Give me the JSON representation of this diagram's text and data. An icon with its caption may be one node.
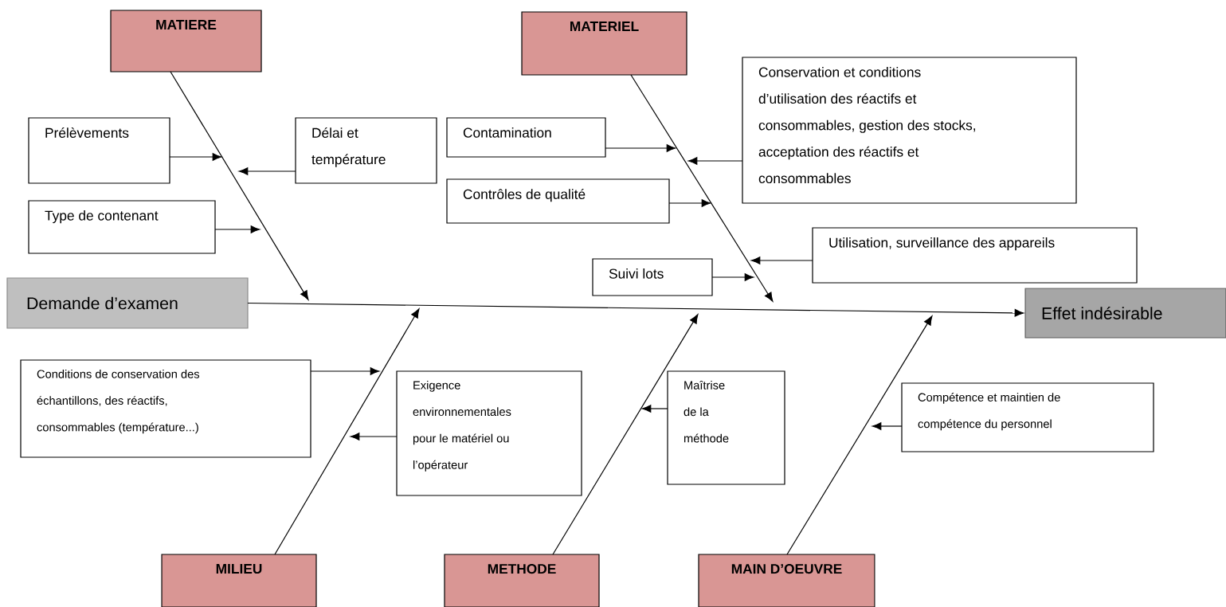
{
  "diagram": {
    "nodes": [
      {
        "text": [
          "MATIERE"
        ]
      },
      {
        "text": [
          "MATERIEL"
        ]
      },
      {
        "text": [
          "Conservation et conditions d’utilisation des réactifs et consommables, gestion des stocks, acceptation des réactifs et consommables"
        ]
      },
      {
        "text": [
          "Prélèvements"
        ]
      },
      {
        "text": [
          "Délai et température"
        ]
      },
      {
        "text": [
          "Contamination"
        ]
      },
      {
        "text": [
          "Contrôles de qualité"
        ]
      },
      {
        "text": [
          "Type de contenant"
        ]
      },
      {
        "text": [
          "Utilisation, surveillance des appareils"
        ]
      },
      {
        "text": [
          "Suivi lots"
        ]
      },
      {
        "text": [
          "Demande d’examen"
        ]
      },
      {
        "text": [
          "Effet indésirable"
        ]
      },
      {
        "text": [
          "Conditions de conservation des échantillons, des réactifs, consommables (température...)"
        ]
      },
      {
        "text": [
          "Exigence environnementales pour le matériel ou l’opérateur"
        ]
      },
      {
        "text": [
          "Maîtrise de la méthode"
        ]
      },
      {
        "text": [
          "Compétence et maintien de compétence du personnel"
        ]
      },
      {
        "text": [
          "MILIEU"
        ]
      },
      {
        "text": [
          "METHODE"
        ]
      },
      {
        "text": [
          "MAIN D’OEUVRE"
        ]
      }
    ],
    "edges": [
      {
        "from": 10,
        "to": 11,
        "arrow": "to"
      },
      {
        "from": 0,
        "to": null,
        "arrow": "to"
      },
      {
        "from": 3,
        "to": null,
        "arrow": "to"
      },
      {
        "from": 4,
        "to": null,
        "arrow": "to"
      },
      {
        "from": 7,
        "to": null,
        "arrow": "to"
      },
      {
        "from": 1,
        "to": null,
        "arrow": "to"
      },
      {
        "from": 5,
        "to": null,
        "arrow": "to"
      },
      {
        "from": 2,
        "to": null,
        "arrow": "to"
      },
      {
        "from": 6,
        "to": null,
        "arrow": "to"
      },
      {
        "from": 8,
        "to": null,
        "arrow": "to"
      },
      {
        "from": 9,
        "to": null,
        "arrow": "to"
      },
      {
        "from": 16,
        "to": null,
        "arrow": "to"
      },
      {
        "from": 12,
        "to": null,
        "arrow": "to"
      },
      {
        "from": 13,
        "to": null,
        "arrow": "to"
      },
      {
        "from": 17,
        "to": null,
        "arrow": "to"
      },
      {
        "from": 14,
        "to": null,
        "arrow": "to"
      },
      {
        "from": 18,
        "to": null,
        "arrow": "to"
      },
      {
        "from": 15,
        "to": null,
        "arrow": "to"
      }
    ]
  }
}
